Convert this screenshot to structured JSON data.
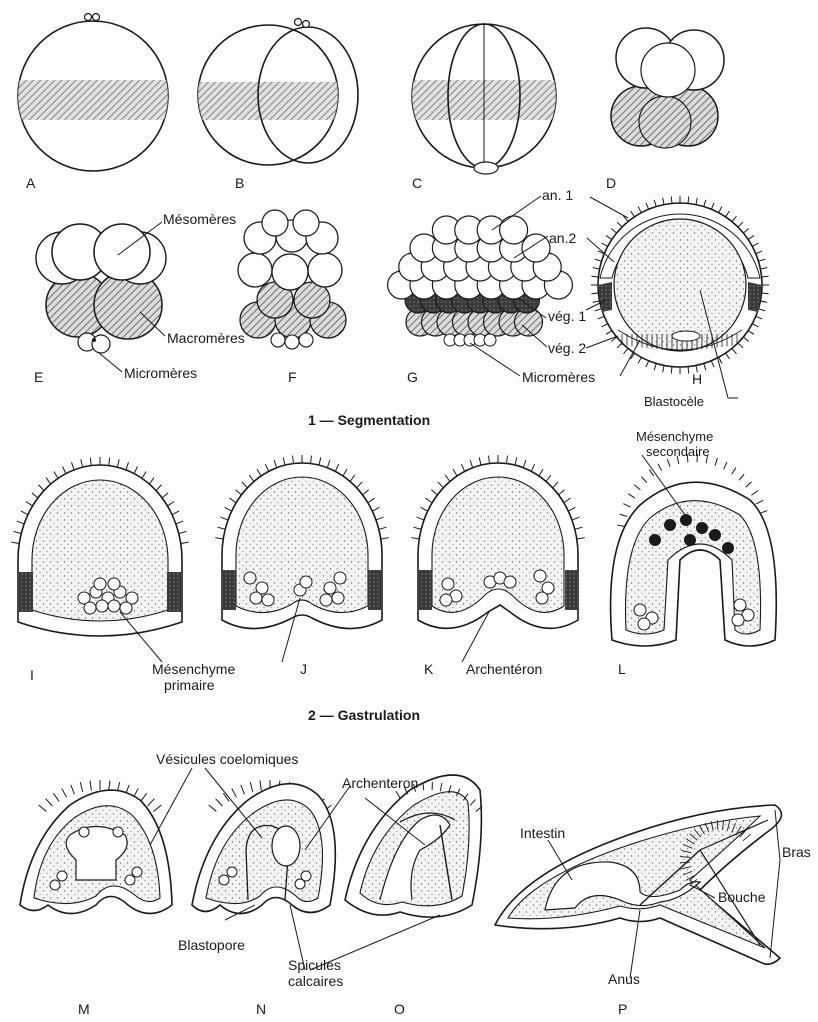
{
  "panel_letters": {
    "A": "A",
    "B": "B",
    "C": "C",
    "D": "D",
    "E": "E",
    "F": "F",
    "G": "G",
    "H": "H",
    "I": "I",
    "J": "J",
    "K": "K",
    "L": "L",
    "M": "M",
    "N": "N",
    "O": "O",
    "P": "P"
  },
  "section_titles": {
    "segmentation": "1 — Segmentation",
    "gastrulation": "2 — Gastrulation"
  },
  "labels": {
    "mesomeres": "Mésomères",
    "macromeres": "Macromères",
    "micromeres_e": "Micromères",
    "micromeres_g": "Micromères",
    "an1": "an. 1",
    "an2": "an.2",
    "veg1": "vég. 1",
    "veg2": "vég. 2",
    "blastocele": "Blastocèle",
    "mesenchyme_sec_1": "Mésenchyme",
    "mesenchyme_sec_2": "secondaire",
    "mesenchyme_prim_1": "Mésenchyme",
    "mesenchyme_prim_2": "primaire",
    "archenteron_k": "Archentéron",
    "vesicules": "Vésicules coelomiques",
    "archenteron_o": "Archenteron",
    "blastopore": "Blastopore",
    "spicules_1": "Spicules",
    "spicules_2": "calcaires",
    "intestin": "Intestin",
    "bouche": "Bouche",
    "bras": "Bras",
    "anus": "Anus"
  },
  "colors": {
    "ink": "#1a1a1a",
    "hatch": "#555555",
    "dark_band": "#2e2e2e",
    "stipple": "#f1f1f1"
  }
}
